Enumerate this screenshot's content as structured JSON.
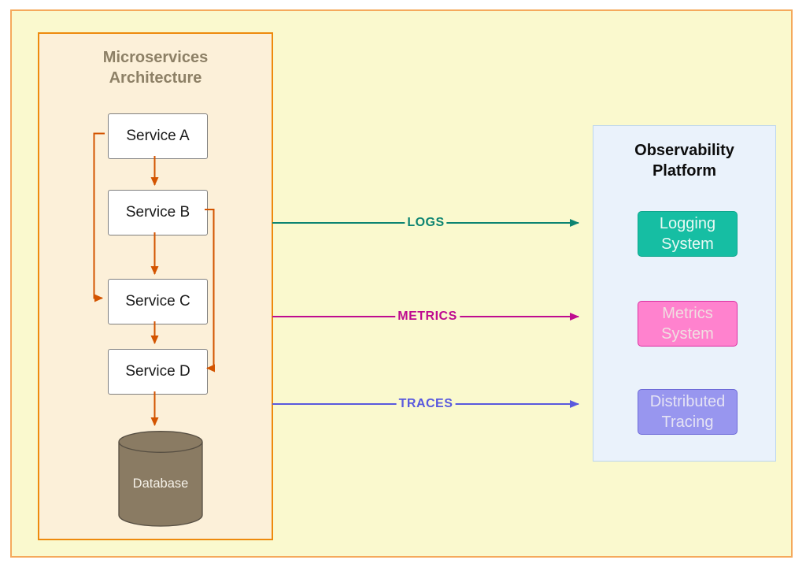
{
  "canvas": {
    "background_color": "#FAF9CE",
    "border_color": "#F5A95C"
  },
  "microservices": {
    "title": "Microservices Architecture",
    "title_color": "#8D8066",
    "fill_color": "#FCF0D9",
    "border_color": "#EE8A0D",
    "arrow_color": "#D35400",
    "services": [
      {
        "label": "Service A"
      },
      {
        "label": "Service B"
      },
      {
        "label": "Service C"
      },
      {
        "label": "Service D"
      }
    ],
    "database": {
      "label": "Database",
      "fill_color": "#8A7B63",
      "shape": "cylinder"
    }
  },
  "observability": {
    "title": "Observability Platform",
    "fill_color": "#EAF2FB",
    "border_color": "#BCD6EE",
    "systems": [
      {
        "label": "Logging System",
        "fill_color": "#16BEA3",
        "border_color": "#0FA78D"
      },
      {
        "label": "Metrics System",
        "fill_color": "#FF82CE",
        "border_color": "#DB2FA2"
      },
      {
        "label": "Distributed Tracing",
        "fill_color": "#9896EF",
        "border_color": "#6E6BD8"
      }
    ]
  },
  "flows": [
    {
      "label": "LOGS",
      "color": "#0C8471",
      "from": "Microservices Architecture",
      "to": "Logging System"
    },
    {
      "label": "METRICS",
      "color": "#BE0C90",
      "from": "Microservices Architecture",
      "to": "Metrics System"
    },
    {
      "label": "TRACES",
      "color": "#5959DE",
      "from": "Microservices Architecture",
      "to": "Distributed Tracing"
    }
  ]
}
